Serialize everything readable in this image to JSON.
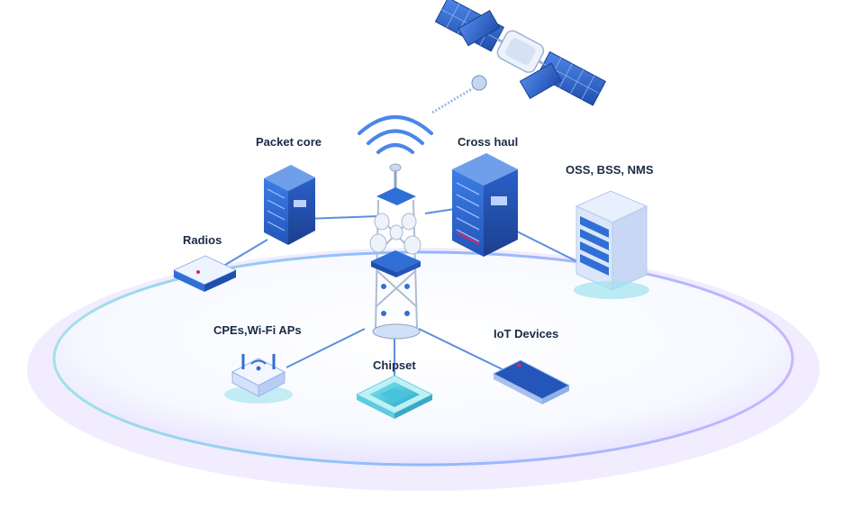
{
  "labels": {
    "packet_core": "Packet core",
    "cross_haul": "Cross haul",
    "oss_bss_nms": "OSS, BSS, NMS",
    "radios": "Radios",
    "cpes_wifi_aps": "CPEs,Wi-Fi APs",
    "iot_devices": "IoT Devices",
    "chipset": "Chipset"
  },
  "colors": {
    "primary_blue": "#2f6fd6",
    "dark_navy": "#1a2a44",
    "accent_red": "#e0245e",
    "platform_glow": "#b9a4ff"
  }
}
